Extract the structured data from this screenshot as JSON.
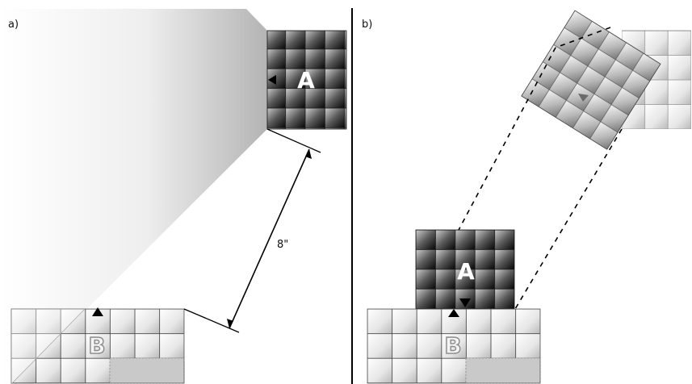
{
  "panels": {
    "left_label": "a)",
    "right_label": "b)"
  },
  "tiles": {
    "a_letter": "A",
    "b_letter": "B"
  },
  "dimension": {
    "label": "8\""
  },
  "colors": {
    "divider": "#000000",
    "shadow_start": "#ffffff",
    "shadow_end": "#b9b9b9",
    "dark_cell_light": "#c8c8c8",
    "dark_cell_dark": "#0a0a0a",
    "light_cell_light": "#ffffff",
    "light_cell_dark": "#bdbdbd",
    "grid_line": "#222222",
    "empty_cell": "#c9c9c9"
  }
}
